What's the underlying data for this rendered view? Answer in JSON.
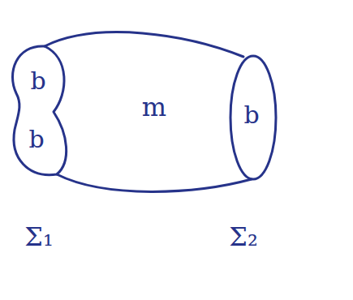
{
  "diagram": {
    "labels": [
      "b",
      "b",
      "m",
      "b",
      "Σ₁",
      "Σ₂"
    ]
  }
}
